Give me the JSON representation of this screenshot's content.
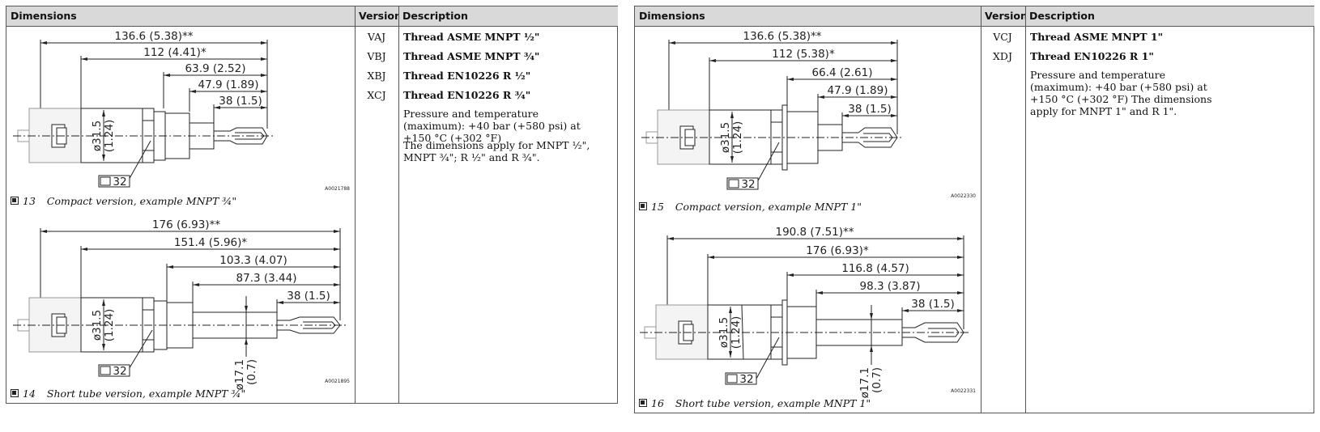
{
  "left": {
    "headers": {
      "dimensions": "Dimensions",
      "version": "Version",
      "description": "Description"
    },
    "versions": [
      "VAJ",
      "VBJ",
      "XBJ",
      "XCJ"
    ],
    "titles": [
      "Thread ASME MNPT ½\"",
      "Thread ASME MNPT ¾\"",
      "Thread EN10226 R ½\"",
      "Thread EN10226 R ¾\""
    ],
    "pressure": "Pressure and temperature (maximum): +40 bar (+580 psi) at +150 °C (+302 °F)",
    "applies": "The dimensions apply for MNPT ½\", MNPT ¾\"; R ½\" and R ¾\".",
    "fig1": {
      "dims": [
        "136.6 (5.38)**",
        "112 (4.41)*",
        "63.9 (2.52)",
        "47.9 (1.89)",
        "38 (1.5)"
      ],
      "diam": [
        "ø31.5",
        "(1.24)"
      ],
      "wrench": "32",
      "code": "A0021788",
      "num": "13",
      "caption": "Compact version, example MNPT ¾\""
    },
    "fig2": {
      "dims": [
        "176 (6.93)**",
        "151.4 (5.96)*",
        "103.3 (4.07)",
        "87.3 (3.44)",
        "38 (1.5)"
      ],
      "diam": [
        "ø31.5",
        "(1.24)"
      ],
      "tube": [
        "ø17.1",
        "(0.7)"
      ],
      "wrench": "32",
      "code": "A0021895",
      "num": "14",
      "caption": "Short tube version, example MNPT ¾\""
    }
  },
  "right": {
    "headers": {
      "dimensions": "Dimensions",
      "version": "Version",
      "description": "Description"
    },
    "versions": [
      "VCJ",
      "XDJ"
    ],
    "titles": [
      "Thread ASME MNPT 1\"",
      "Thread EN10226 R 1\""
    ],
    "pressure": "Pressure and temperature (maximum): +40 bar (+580 psi) at +150 °C (+302 °F) The dimensions apply for MNPT 1\" and R 1\".",
    "fig1": {
      "dims": [
        "136.6 (5.38)**",
        "112 (5.38)*",
        "66.4 (2.61)",
        "47.9 (1.89)",
        "38 (1.5)"
      ],
      "diam": [
        "ø31.5",
        "(1.24)"
      ],
      "wrench": "32",
      "code": "A0022330",
      "num": "15",
      "caption": "Compact version, example MNPT 1\""
    },
    "fig2": {
      "dims": [
        "190.8 (7.51)**",
        "176 (6.93)*",
        "116.8 (4.57)",
        "98.3 (3.87)",
        "38 (1.5)"
      ],
      "diam": [
        "ø31.5",
        "(1.24)"
      ],
      "tube": [
        "ø17.1",
        "(0.7)"
      ],
      "wrench": "32",
      "code": "A0022331",
      "num": "16",
      "caption": "Short tube version, example MNPT 1\""
    }
  }
}
